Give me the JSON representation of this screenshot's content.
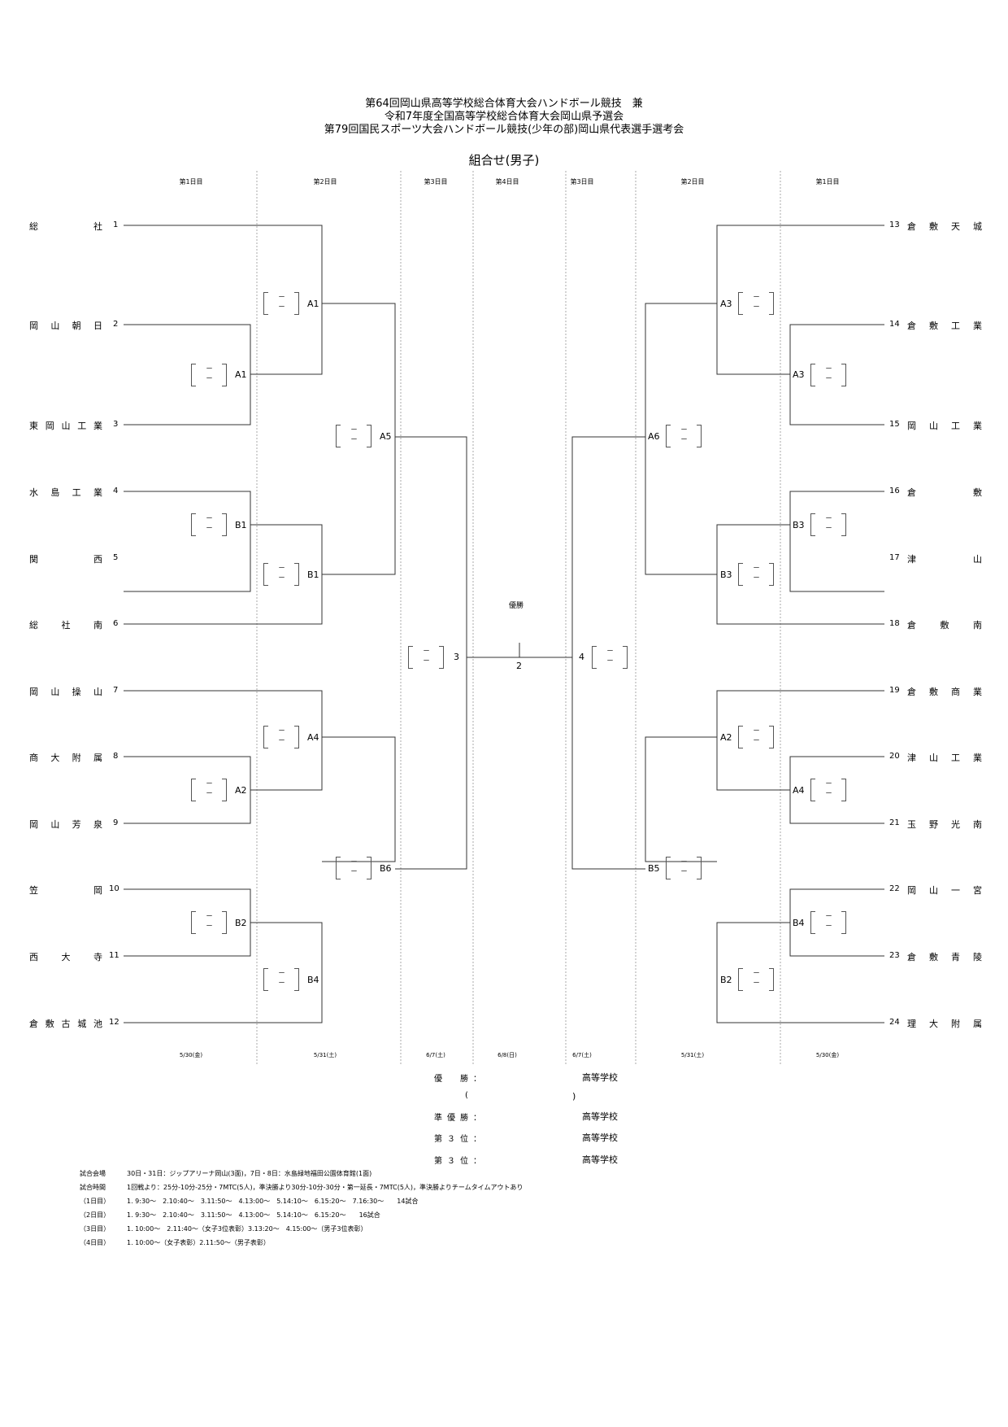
{
  "title": {
    "line1": "第64回岡山県高等学校総合体育大会ハンドボール競技　兼",
    "line2": "令和7年度全国高等学校総合体育大会岡山県予選会",
    "line3": "第79回国民スポーツ大会ハンドボール競技(少年の部)岡山県代表選手選考会"
  },
  "subtitle": "組合せ(男子)",
  "day_headers": [
    "第1日目",
    "第2日目",
    "第3日目",
    "第4日目",
    "第3日目",
    "第2日目",
    "第1日目"
  ],
  "dates": [
    "5/30(金)",
    "5/31(土)",
    "6/7(土)",
    "6/8(日)",
    "6/7(土)",
    "5/31(土)",
    "5/30(金)"
  ],
  "teams_left": [
    {
      "name": "総　　　社",
      "num": "1"
    },
    {
      "name": "岡山朝日",
      "num": "2"
    },
    {
      "name": "東岡山工業",
      "num": "3"
    },
    {
      "name": "水島工業",
      "num": "4"
    },
    {
      "name": "関　　　西",
      "num": "5"
    },
    {
      "name": "総社南",
      "num": "6"
    },
    {
      "name": "岡山操山",
      "num": "7"
    },
    {
      "name": "商大附属",
      "num": "8"
    },
    {
      "name": "岡山芳泉",
      "num": "9"
    },
    {
      "name": "笠　　　岡",
      "num": "10"
    },
    {
      "name": "西大寺",
      "num": "11"
    },
    {
      "name": "倉敷古城池",
      "num": "12"
    }
  ],
  "teams_right": [
    {
      "name": "倉敷天城",
      "num": "13"
    },
    {
      "name": "倉敷工業",
      "num": "14"
    },
    {
      "name": "岡山工業",
      "num": "15"
    },
    {
      "name": "倉　　　敷",
      "num": "16"
    },
    {
      "name": "津　　　山",
      "num": "17"
    },
    {
      "name": "倉敷南",
      "num": "18"
    },
    {
      "name": "倉敷商業",
      "num": "19"
    },
    {
      "name": "津山工業",
      "num": "20"
    },
    {
      "name": "玉野光南",
      "num": "21"
    },
    {
      "name": "岡山一宮",
      "num": "22"
    },
    {
      "name": "倉敷青陵",
      "num": "23"
    },
    {
      "name": "理大附属",
      "num": "24"
    }
  ],
  "matches": [
    "A1",
    "A1",
    "A5",
    "B1",
    "B1",
    "A4",
    "A2",
    "B6",
    "B2",
    "B4",
    "A3",
    "A3",
    "A6",
    "B3",
    "B3",
    "A2",
    "A4",
    "B5",
    "B4",
    "B2",
    "3",
    "4",
    "2"
  ],
  "final_label": "優勝",
  "score_dash": "－",
  "results": [
    {
      "label": "優　勝：",
      "school": "高等学校"
    },
    {
      "label": "(",
      "school": ")"
    },
    {
      "label": "準優勝：",
      "school": "高等学校"
    },
    {
      "label": "第３位：",
      "school": "高等学校"
    },
    {
      "label": "第３位：",
      "school": "高等学校"
    }
  ],
  "notes": [
    {
      "key": "試合会場",
      "val": "30日・31日：ジップアリーナ岡山(3面)，7日・8日：水島緑地福田公園体育館(1面)"
    },
    {
      "key": "試合時間",
      "val": "1回戦より：25分-10分-25分・7MTC(5人)，準決勝より30分-10分-30分・第一延長・7MTC(5人)，準決勝よりチームタイムアウトあり"
    },
    {
      "key": "（1日目）",
      "val": "1. 9:30～　2.10:40～　3.11:50～　4.13:00～　5.14:10～　6.15:20～　7.16:30～　　14試合"
    },
    {
      "key": "（2日目）",
      "val": "1. 9:30～　2.10:40～　3.11:50～　4.13:00～　5.14:10～　6.15:20～　　16試合"
    },
    {
      "key": "（3日目）",
      "val": "1. 10:00～　2.11:40～（女子3位表彰）3.13:20～　4.15:00～（男子3位表彰）"
    },
    {
      "key": "（4日目）",
      "val": "1. 10:00～（女子表彰）2.11:50～（男子表彰）"
    }
  ]
}
